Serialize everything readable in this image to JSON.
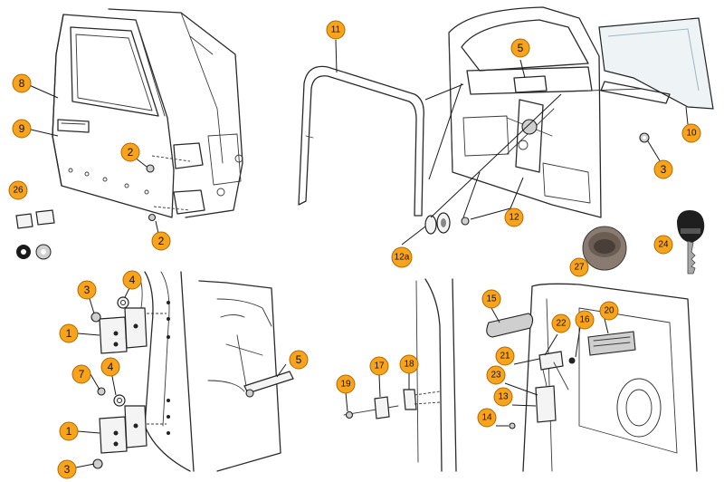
{
  "callouts": [
    {
      "id": "c8",
      "label": "8"
    },
    {
      "id": "c9",
      "label": "9"
    },
    {
      "id": "c2a",
      "label": "2"
    },
    {
      "id": "c2b",
      "label": "2"
    },
    {
      "id": "c26",
      "label": "26"
    },
    {
      "id": "c11",
      "label": "11"
    },
    {
      "id": "c5a",
      "label": "5"
    },
    {
      "id": "c12",
      "label": "12"
    },
    {
      "id": "c12a",
      "label": "12a"
    },
    {
      "id": "c10",
      "label": "10"
    },
    {
      "id": "c3a",
      "label": "3"
    },
    {
      "id": "c27",
      "label": "27"
    },
    {
      "id": "c24",
      "label": "24"
    },
    {
      "id": "c3b",
      "label": "3"
    },
    {
      "id": "c4a",
      "label": "4"
    },
    {
      "id": "c1a",
      "label": "1"
    },
    {
      "id": "c7",
      "label": "7"
    },
    {
      "id": "c4b",
      "label": "4"
    },
    {
      "id": "c1b",
      "label": "1"
    },
    {
      "id": "c3c",
      "label": "3"
    },
    {
      "id": "c5b",
      "label": "5"
    },
    {
      "id": "c19",
      "label": "19"
    },
    {
      "id": "c17",
      "label": "17"
    },
    {
      "id": "c18",
      "label": "18"
    },
    {
      "id": "c15",
      "label": "15"
    },
    {
      "id": "c22",
      "label": "22"
    },
    {
      "id": "c16",
      "label": "16"
    },
    {
      "id": "c20",
      "label": "20"
    },
    {
      "id": "c21",
      "label": "21"
    },
    {
      "id": "c23",
      "label": "23"
    },
    {
      "id": "c13",
      "label": "13"
    },
    {
      "id": "c14",
      "label": "14"
    }
  ],
  "key_head_text": "",
  "colors": {
    "badge_fill": "#f7a31c",
    "badge_stroke": "#b06a00",
    "line": "#2a2a2a"
  }
}
